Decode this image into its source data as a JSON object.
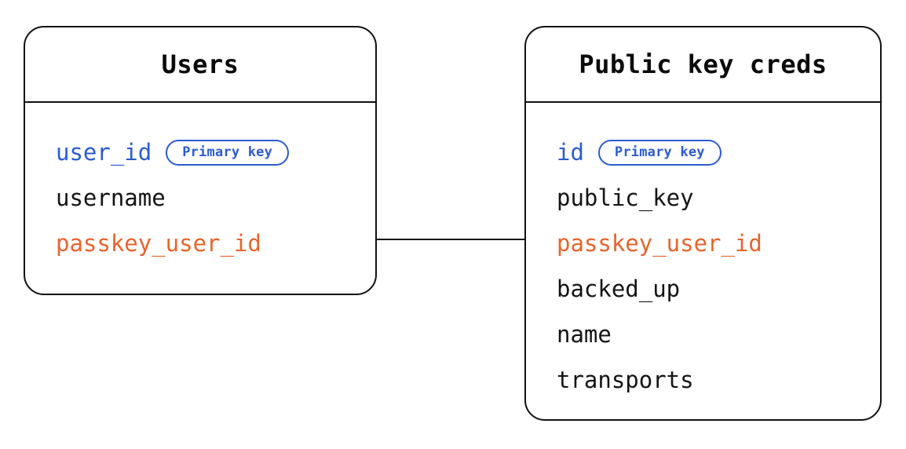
{
  "diagram": {
    "type": "entity-relationship-diagram",
    "background_color": "#ffffff",
    "colors": {
      "border": "#111111",
      "text": "#141414",
      "primary_key": "#2b5bd0",
      "foreign_key": "#e8642c"
    },
    "badge_label": "Primary key",
    "entities": [
      {
        "id": "users",
        "title": "Users",
        "fields": [
          {
            "name": "user_id",
            "role": "primary_key",
            "badge": "Primary key"
          },
          {
            "name": "username",
            "role": "plain"
          },
          {
            "name": "passkey_user_id",
            "role": "foreign_key"
          }
        ]
      },
      {
        "id": "public_key_creds",
        "title": "Public key creds",
        "fields": [
          {
            "name": "id",
            "role": "primary_key",
            "badge": "Primary key"
          },
          {
            "name": "public_key",
            "role": "plain"
          },
          {
            "name": "passkey_user_id",
            "role": "foreign_key"
          },
          {
            "name": "backed_up",
            "role": "plain"
          },
          {
            "name": "name",
            "role": "plain"
          },
          {
            "name": "transports",
            "role": "plain"
          }
        ]
      }
    ],
    "relationships": [
      {
        "from_entity": "users",
        "from_field": "passkey_user_id",
        "to_entity": "public_key_creds",
        "to_field": "passkey_user_id"
      }
    ]
  }
}
